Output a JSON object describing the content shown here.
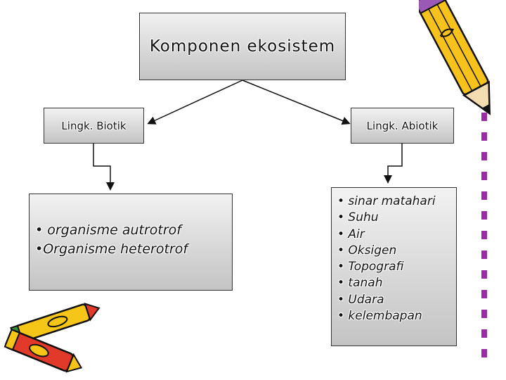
{
  "root": {
    "label": "Komponen ekosistem"
  },
  "branches": [
    {
      "label": "Lingk. Biotik",
      "items": [
        "• organisme autrotrof",
        "•Organisme heterotrof"
      ]
    },
    {
      "label": "Lingk. Abiotik",
      "items": [
        "• sinar matahari",
        "• Suhu",
        "• Air",
        "• Oksigen",
        "• Topografi",
        "• tanah",
        "• Udara",
        "• kelembapan"
      ]
    }
  ],
  "decorations": [
    "pencil-icon",
    "crayons-icon"
  ],
  "colors": {
    "box_top": "#f2f2f2",
    "box_bottom": "#c4c4c4",
    "pencil_body": "#f7c21b",
    "crayon_red": "#e23a2a",
    "crayon_yellow": "#f5c518",
    "crayon_green": "#2f8f3a",
    "crayon_purple": "#9b2aa6"
  }
}
